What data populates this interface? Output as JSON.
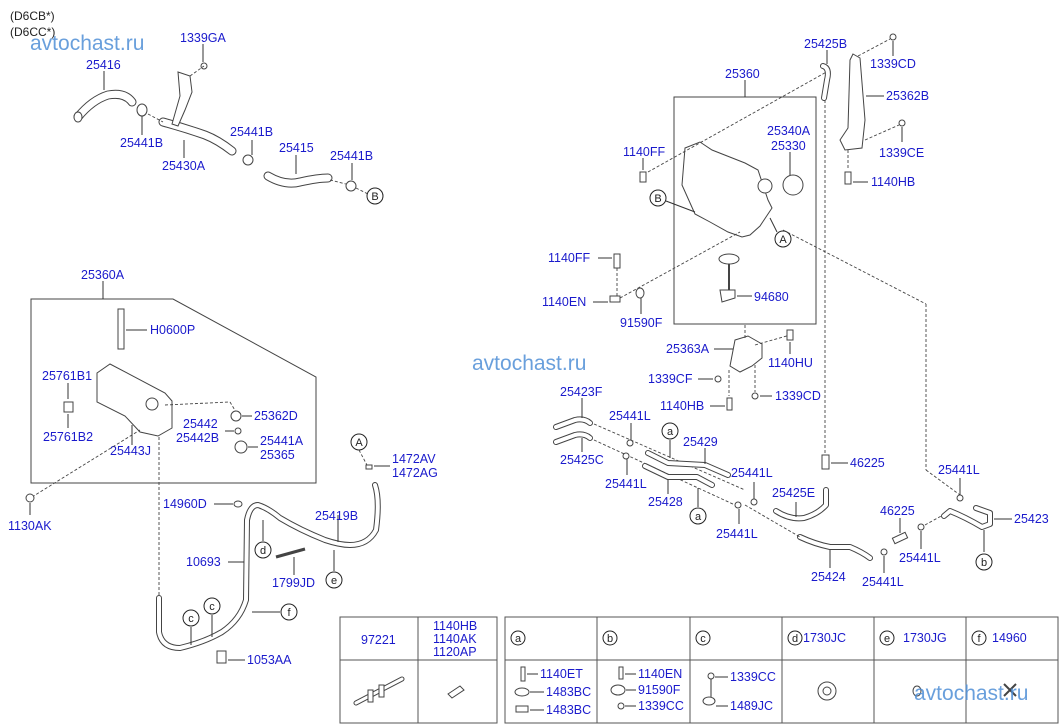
{
  "variants": [
    "(D6CB*)",
    "(D6CC*)"
  ],
  "watermark": "avtochast.ru",
  "colors": {
    "label": "#1a1acc",
    "watermark": "#4f8fd6",
    "line": "#333333"
  },
  "top_left_group": {
    "labels": {
      "p1339GA": "1339GA",
      "p25416": "25416",
      "p25441B_1": "25441B",
      "p25430A": "25430A",
      "p25441B_2": "25441B",
      "p25415": "25415",
      "p25441B_3": "25441B"
    },
    "ref": "B"
  },
  "reservoir_a": {
    "labels": {
      "p25360A": "25360A",
      "pH0600P": "H0600P",
      "p25761B1": "25761B1",
      "p25761B2": "25761B2",
      "p25443J": "25443J",
      "p25442": "25442",
      "p25442B": "25442B",
      "p25362D": "25362D",
      "p25441A": "25441A",
      "p25365": "25365",
      "p1130AK": "1130AK"
    }
  },
  "lower_left_hoses": {
    "labels": {
      "p1472AV": "1472AV",
      "p1472AG": "1472AG",
      "p14960D": "14960D",
      "p25419B": "25419B",
      "p10693": "10693",
      "p1799JD": "1799JD",
      "p1053AA": "1053AA"
    },
    "refs": {
      "A": "A",
      "c1": "c",
      "c2": "c",
      "d": "d",
      "e": "e",
      "f": "f"
    }
  },
  "reservoir_main": {
    "labels": {
      "p25360": "25360",
      "p25425B": "25425B",
      "p1339CD_top": "1339CD",
      "p25362B": "25362B",
      "p25340A": "25340A",
      "p25330": "25330",
      "p1339CE": "1339CE",
      "p1140FF_1": "1140FF",
      "p1140HB_1": "1140HB",
      "p1140FF_2": "1140FF",
      "p1140EN": "1140EN",
      "p91590F": "91590F",
      "p94680": "94680"
    },
    "refs": {
      "A": "A",
      "B": "B"
    }
  },
  "lower_right_hoses": {
    "labels": {
      "p25363A": "25363A",
      "p1140HU": "1140HU",
      "p1339CF": "1339CF",
      "p1339CD": "1339CD",
      "p1140HB": "1140HB",
      "p25423F": "25423F",
      "p25425C": "25425C",
      "p25441L_1": "25441L",
      "p25441L_2": "25441L",
      "p25429": "25429",
      "p25428": "25428",
      "p25441L_3": "25441L",
      "p25441L_4": "25441L",
      "p46225_1": "46225",
      "p25425E": "25425E",
      "p25424": "25424",
      "p46225_2": "46225",
      "p25441L_5": "25441L",
      "p25441L_6": "25441L",
      "p25441L_7": "25441L",
      "p25423": "25423"
    },
    "refs": {
      "a1": "a",
      "a2": "a",
      "b": "b"
    }
  },
  "legend_table_left": {
    "headers": [
      "97221",
      "1140HB\n1140AK\n1120AP"
    ],
    "header_lines": [
      "1140HB",
      "1140AK",
      "1120AP"
    ]
  },
  "legend_table_right": {
    "columns": [
      {
        "ref": "a",
        "code": "",
        "items": [
          "1140ET",
          "1483BC",
          "1483BC"
        ]
      },
      {
        "ref": "b",
        "code": "",
        "items": [
          "1140EN",
          "91590F",
          "1339CC"
        ]
      },
      {
        "ref": "c",
        "code": "",
        "items": [
          "1339CC",
          "1489JC"
        ]
      },
      {
        "ref": "d",
        "code": "1730JC",
        "items": []
      },
      {
        "ref": "e",
        "code": "1730JG",
        "items": []
      },
      {
        "ref": "f",
        "code": "14960",
        "items": []
      }
    ]
  }
}
